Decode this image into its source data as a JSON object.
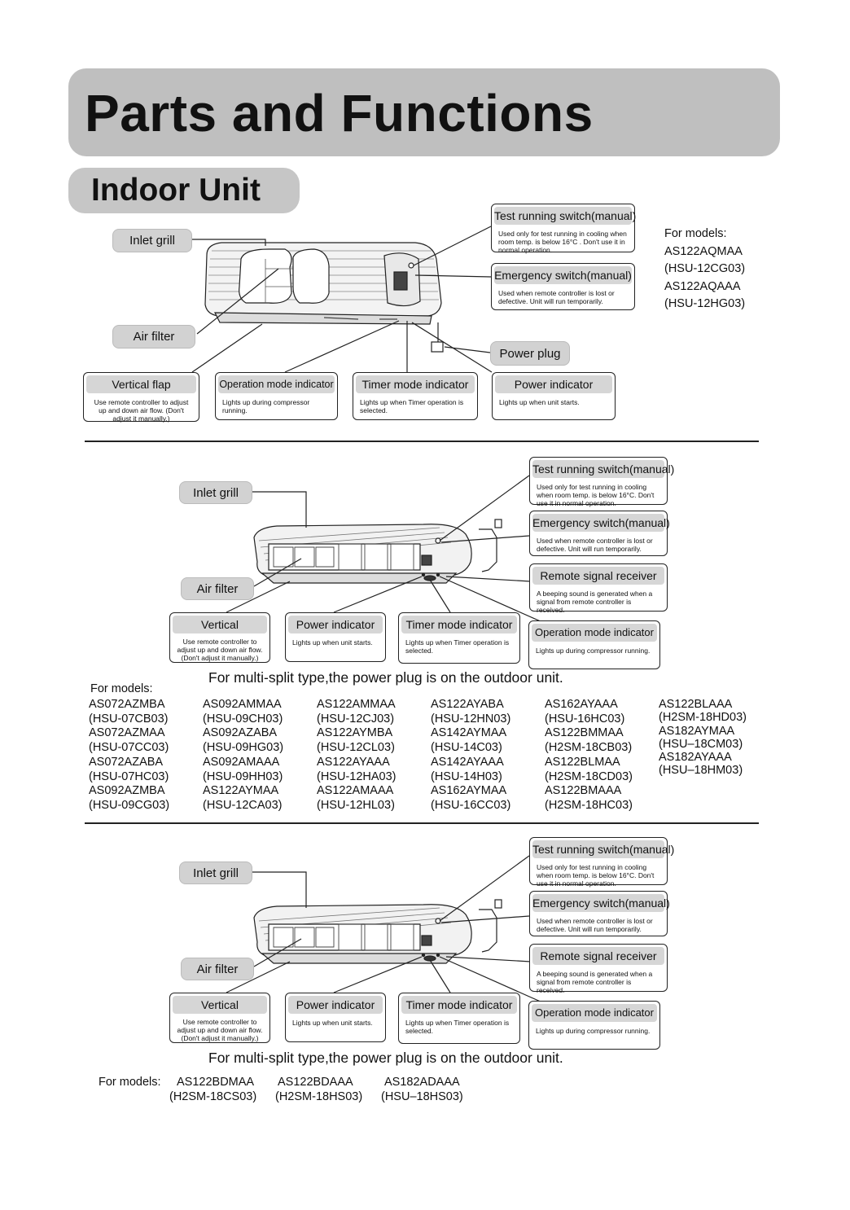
{
  "page": {
    "title": "Parts and Functions",
    "subtitle": "Indoor Unit"
  },
  "section1": {
    "inlet_grill": "Inlet grill",
    "air_filter": "Air filter",
    "power_plug": "Power plug",
    "test_switch": {
      "head": "Test running switch(manual)",
      "body": "Used only for test running in cooling when room temp. is below 16°C . Don't use it in normal operation."
    },
    "emergency_switch": {
      "head": "Emergency switch(manual)",
      "body": "Used when remote controller is lost or defective. Unit will run temporarily."
    },
    "vertical_flap": {
      "head": "Vertical flap",
      "body": "Use remote controller to adjust up and down air flow. (Don't adjust it manually.)"
    },
    "operation_indicator": {
      "head": "Operation mode indicator",
      "body": "Lights up during compressor running."
    },
    "timer_indicator": {
      "head": "Timer mode indicator",
      "body": "Lights up when Timer operation is selected."
    },
    "power_indicator": {
      "head": "Power indicator",
      "body": "Lights up when unit starts."
    },
    "models_label": "For models:",
    "models": [
      "AS122AQMAA",
      "(HSU-12CG03)",
      "AS122AQAAA",
      "(HSU-12HG03)"
    ]
  },
  "section2": {
    "inlet_grill": "Inlet grill",
    "air_filter": "Air filter",
    "test_switch": {
      "head": "Test running switch(manual)",
      "body": "Used only for test running in cooling when room temp. is below 16°C. Don't use it in normal operation."
    },
    "emergency_switch": {
      "head": "Emergency switch(manual)",
      "body": "Used when remote controller is lost or defective. Unit will run temporarily."
    },
    "remote_receiver": {
      "head": "Remote signal receiver",
      "body": "A beeping sound is generated when a signal from remote controller is received."
    },
    "vertical": {
      "head": "Vertical",
      "body": "Use remote controller to adjust up and down air flow. (Don't adjust it manually.)"
    },
    "power_indicator": {
      "head": "Power indicator",
      "body": "Lights up when unit starts."
    },
    "timer_indicator": {
      "head": "Timer mode indicator",
      "body": "Lights up when Timer operation is selected."
    },
    "operation_indicator": {
      "head": "Operation mode indicator",
      "body": "Lights up during compressor running."
    },
    "note": "For multi-split type,the power plug is on the outdoor unit.",
    "models_label": "For models:",
    "model_columns": [
      [
        "AS072AZMBA",
        "(HSU-07CB03)",
        "AS072AZMAA",
        "(HSU-07CC03)",
        "AS072AZABA",
        "(HSU-07HC03)",
        "AS092AZMBA",
        "(HSU-09CG03)"
      ],
      [
        "AS092AMMAA",
        "(HSU-09CH03)",
        "AS092AZABA",
        "(HSU-09HG03)",
        "AS092AMAAA",
        "(HSU-09HH03)",
        "AS122AYMAA",
        "(HSU-12CA03)"
      ],
      [
        "AS122AMMAA",
        "(HSU-12CJ03)",
        "AS122AYMBA",
        "(HSU-12CL03)",
        "AS122AYAAA",
        "(HSU-12HA03)",
        "AS122AMAAA",
        "(HSU-12HL03)"
      ],
      [
        "AS122AYABA",
        "(HSU-12HN03)",
        "AS142AYMAA",
        "(HSU-14C03)",
        "AS142AYAAA",
        "(HSU-14H03)",
        "AS162AYMAA",
        "(HSU-16CC03)"
      ],
      [
        "AS162AYAAA",
        "(HSU-16HC03)",
        "AS122BMMAA",
        "(H2SM-18CB03)",
        "AS122BLMAA",
        "(H2SM-18CD03)",
        "AS122BMAAA",
        "(H2SM-18HC03)"
      ],
      [
        "AS122BLAAA",
        "(H2SM-18HD03)",
        "AS182AYMAA",
        "(HSU–18CM03)",
        "AS182AYAAA",
        "(HSU–18HM03)"
      ]
    ]
  },
  "section3": {
    "inlet_grill": "Inlet grill",
    "air_filter": "Air filter",
    "test_switch": {
      "head": "Test running switch(manual)",
      "body": "Used only for test running in cooling when room temp. is below 16°C. Don't use it in normal operation."
    },
    "emergency_switch": {
      "head": "Emergency switch(manual)",
      "body": "Used when remote controller is lost or defective. Unit will run temporarily."
    },
    "remote_receiver": {
      "head": "Remote signal receiver",
      "body": "A beeping sound is generated when a signal from remote controller is received."
    },
    "vertical": {
      "head": "Vertical",
      "body": "Use remote controller to adjust up and down air flow. (Don't adjust it manually.)"
    },
    "power_indicator": {
      "head": "Power indicator",
      "body": "Lights up when unit starts."
    },
    "timer_indicator": {
      "head": "Timer mode indicator",
      "body": "Lights up when Timer operation is selected."
    },
    "operation_indicator": {
      "head": "Operation mode indicator",
      "body": "Lights up during compressor running."
    },
    "note": "For multi-split type,the power plug is on the outdoor unit.",
    "models_label": "For models:",
    "models": [
      {
        "model": "AS122BDMAA",
        "code": "(H2SM-18CS03)"
      },
      {
        "model": "AS122BDAAA",
        "code": "(H2SM-18HS03)"
      },
      {
        "model": "AS182ADAAA",
        "code": "(HSU–18HS03)"
      }
    ]
  }
}
